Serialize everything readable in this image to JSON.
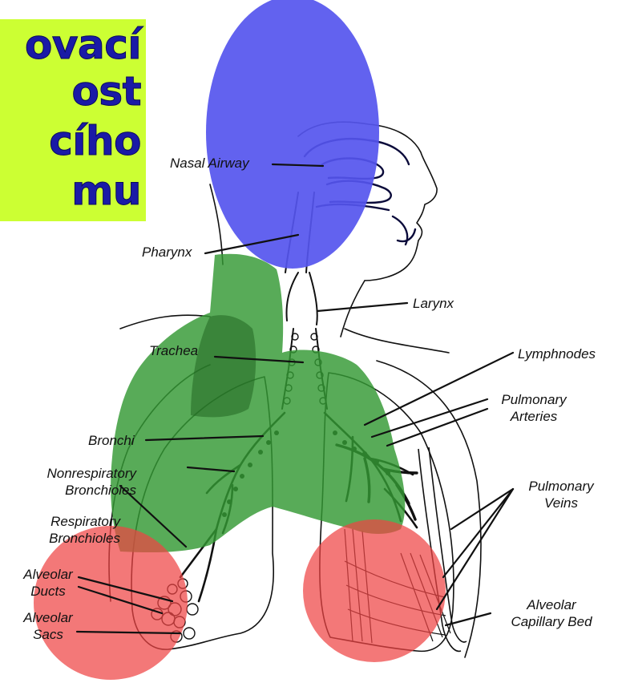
{
  "title_lines": [
    "ovací",
    "ost",
    "cího",
    "mu"
  ],
  "labels": {
    "nasal_airway": "Nasal Airway",
    "pharynx": "Pharynx",
    "larynx": "Larynx",
    "trachea": "Trachea",
    "lymphnodes": "Lymphnodes",
    "pulmonary_arteries": [
      "Pulmonary",
      "Arteries"
    ],
    "bronchi": "Bronchi",
    "nonrespiratory_bronchioles": [
      "Nonrespiratory",
      "Bronchioles"
    ],
    "pulmonary_veins": [
      "Pulmonary",
      "Veins"
    ],
    "respiratory_bronchioles": [
      "Respiratory",
      "Bronchioles"
    ],
    "alveolar_ducts": [
      "Alveolar",
      "Ducts"
    ],
    "alveolar_sacs": [
      "Alveolar",
      "Sacs"
    ],
    "alveolar_capillary_bed": [
      "Alveolar",
      "Capillary Bed"
    ]
  },
  "region_colors": {
    "extrathoracic": "#5555ee",
    "tracheobronchial": "#339933",
    "alveolar": "#ee4444",
    "title_background": "#ccff33",
    "title_text": "#1a1aa6"
  }
}
